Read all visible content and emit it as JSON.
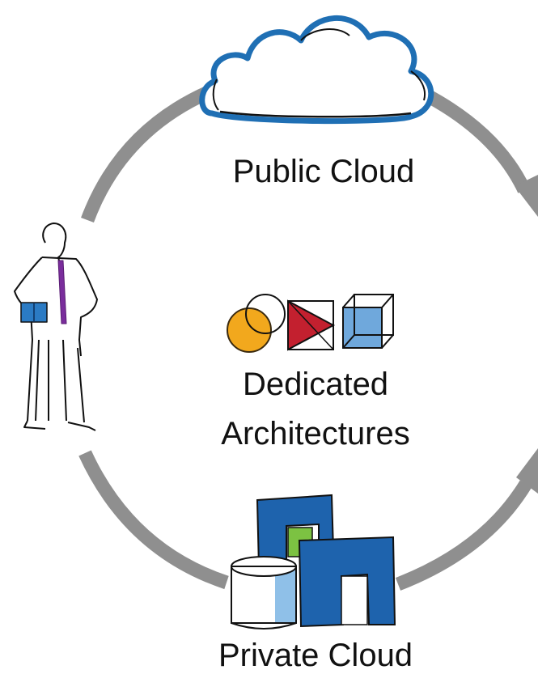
{
  "labels": {
    "public_cloud": "Public Cloud",
    "dedicated_line1": "Dedicated",
    "dedicated_line2": "Architectures",
    "private_cloud": "Private Cloud"
  },
  "colors": {
    "arrow": "#8f8f8f",
    "cloud_blue": "#1f6fb4",
    "person_purple": "#7a2d9c",
    "folder_blue": "#2b7bc4",
    "circle_orange": "#f2a81d",
    "triangle_red": "#c3202f",
    "cube_blue": "#6fa8dc",
    "building_blue": "#1e63ad",
    "accent_green": "#7cc242",
    "cylinder_light": "#8fc0e8"
  },
  "icons": {
    "top": "cloud-icon",
    "left": "person-icon",
    "center": "shapes-icon",
    "bottom": "datacenter-icon"
  }
}
